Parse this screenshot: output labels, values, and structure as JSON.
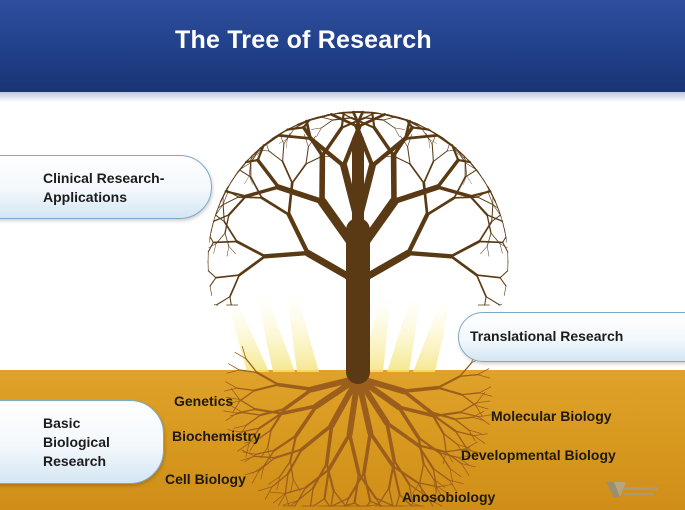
{
  "title": "The Tree of Research",
  "callouts": {
    "clinical": "Clinical Research-\nApplications",
    "translational": "Translational Research",
    "basic": "Basic\nBiological\nResearch"
  },
  "root_labels": {
    "genetics": "Genetics",
    "biochemistry": "Biochemistry",
    "cell_biology": "Cell Biology",
    "molecular_biology": "Molecular Biology",
    "developmental_biology": "Developmental Biology",
    "anosobiology": "Anosobiology"
  },
  "colors": {
    "header": "#21408a",
    "ground": "#d8991f",
    "trunk": "#5a3a14",
    "roots": "#9c5e1c",
    "rays": "#f3e37a"
  }
}
